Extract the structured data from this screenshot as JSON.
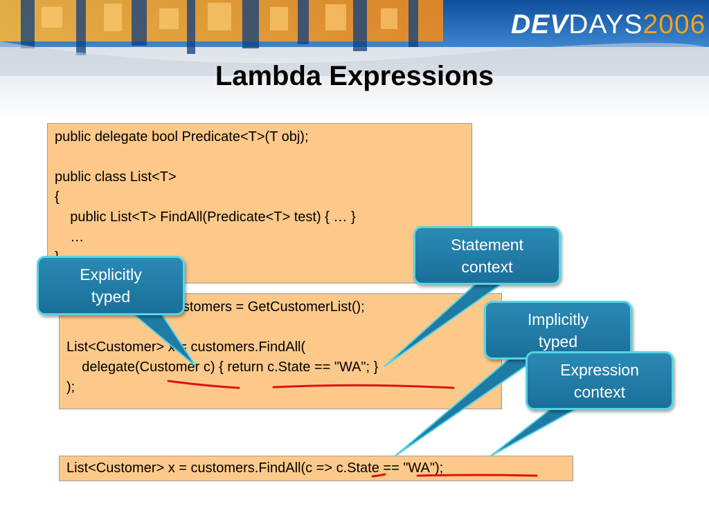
{
  "logo": {
    "dev": "DEV",
    "days": "DAYS",
    "year": "2006"
  },
  "title": "Lambda Expressions",
  "box1": {
    "lines": [
      "public delegate bool Predicate<T>(T obj);",
      "",
      "public class List<T>",
      "{",
      "    public List<T> FindAll(Predicate<T> test) { … }",
      "    …",
      "}"
    ]
  },
  "box2": {
    "lines": [
      "List<Customer> customers = GetCustomerList();",
      "",
      "List<Customer> x = customers.FindAll(",
      "    delegate(Customer c) { return c.State == \"WA\"; }",
      ");"
    ]
  },
  "box3": {
    "line": "List<Customer> x = customers.FindAll(c => c.State == \"WA\");"
  },
  "callouts": {
    "explicit": [
      "Explicitly",
      "typed"
    ],
    "statement": [
      "Statement",
      "context"
    ],
    "implicit": [
      "Implicitly",
      "typed"
    ],
    "expression": [
      "Expression",
      "context"
    ]
  },
  "colors": {
    "code_bg": "#fcc98a",
    "callout": "#1f7aa6",
    "callout_border": "#57d4e2",
    "underline": "#e01010",
    "logo_year": "#f5a21c"
  }
}
